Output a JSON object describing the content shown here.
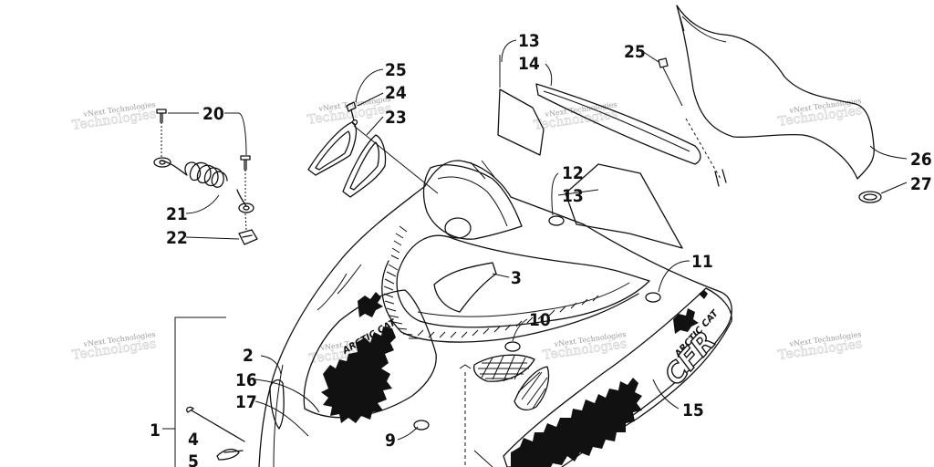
{
  "watermark": {
    "text": "vNext Technologies",
    "big_text": "Technologies"
  },
  "callouts": [
    {
      "id": "c1",
      "label": "1"
    },
    {
      "id": "c2",
      "label": "2"
    },
    {
      "id": "c3",
      "label": "3"
    },
    {
      "id": "c4",
      "label": "4"
    },
    {
      "id": "c5",
      "label": "5"
    },
    {
      "id": "c9",
      "label": "9"
    },
    {
      "id": "c10",
      "label": "10"
    },
    {
      "id": "c11",
      "label": "11"
    },
    {
      "id": "c12",
      "label": "12"
    },
    {
      "id": "c13a",
      "label": "13"
    },
    {
      "id": "c13b",
      "label": "13"
    },
    {
      "id": "c14",
      "label": "14"
    },
    {
      "id": "c15",
      "label": "15"
    },
    {
      "id": "c16",
      "label": "16"
    },
    {
      "id": "c17",
      "label": "17"
    },
    {
      "id": "c20",
      "label": "20"
    },
    {
      "id": "c21",
      "label": "21"
    },
    {
      "id": "c22",
      "label": "22"
    },
    {
      "id": "c23",
      "label": "23"
    },
    {
      "id": "c24",
      "label": "24"
    },
    {
      "id": "c25a",
      "label": "25"
    },
    {
      "id": "c25b",
      "label": "25"
    },
    {
      "id": "c26",
      "label": "26"
    },
    {
      "id": "c27",
      "label": "27"
    }
  ],
  "decals": {
    "brand_text": "ARCTIC CAT",
    "model_text": "CFR"
  }
}
